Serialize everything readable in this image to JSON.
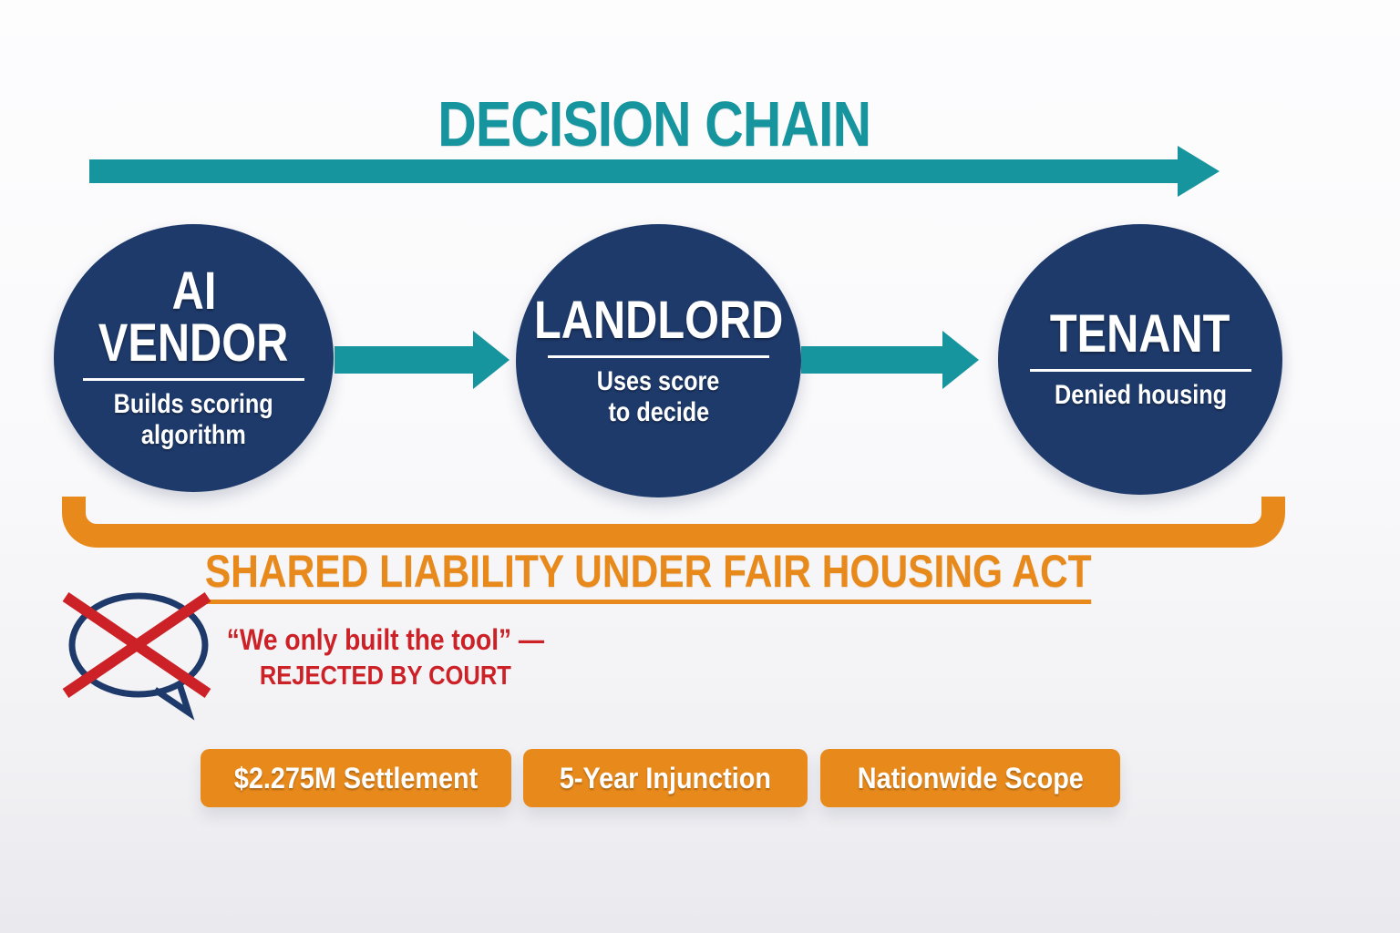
{
  "title": "DECISION CHAIN",
  "colors": {
    "navy": "#1e3a6b",
    "teal": "#16959e",
    "orange": "#e8891b",
    "red": "#cc2127",
    "white": "#ffffff"
  },
  "chain": {
    "nodes": [
      {
        "name": "AI VENDOR",
        "title_lines": [
          "AI",
          "VENDOR"
        ],
        "sub_lines": [
          "Builds scoring",
          "algorithm"
        ]
      },
      {
        "name": "LANDLORD",
        "title_lines": [
          "LANDLORD"
        ],
        "sub_lines": [
          "Uses score",
          "to decide"
        ]
      },
      {
        "name": "TENANT",
        "title_lines": [
          "TENANT"
        ],
        "sub_lines": [
          "Denied housing"
        ]
      }
    ]
  },
  "liability": {
    "label": "SHARED LIABILITY UNDER FAIR HOUSING ACT"
  },
  "rejection": {
    "icon": "crossed-out-speech-bubble-icon",
    "quote": "“We only built the tool” —",
    "verdict": "REJECTED BY COURT"
  },
  "badges": [
    {
      "label": "$2.275M Settlement"
    },
    {
      "label": "5-Year Injunction"
    },
    {
      "label": "Nationwide Scope"
    }
  ]
}
